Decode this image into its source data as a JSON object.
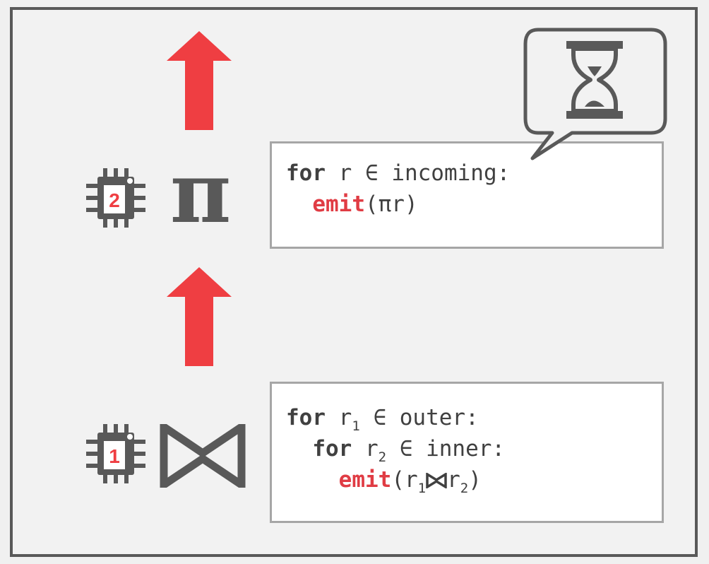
{
  "operators": {
    "projection": {
      "symbol": "π",
      "cpu_badge": "2",
      "code": {
        "line1": {
          "keyword": "for",
          "rest": " r ∈ incoming:"
        },
        "line2": {
          "indent": "  ",
          "emit": "emit",
          "args": "(πr)"
        }
      }
    },
    "join": {
      "symbol": "⋈",
      "cpu_badge": "1",
      "code": {
        "line1": {
          "keyword": "for",
          "var": " r",
          "sub": "1",
          "rest": " ∈ outer:"
        },
        "line2": {
          "indent": "  ",
          "keyword": "for",
          "var": " r",
          "sub": "2",
          "rest": " ∈ inner:"
        },
        "line3": {
          "indent": "    ",
          "emit": "emit",
          "open": "(r",
          "sub1": "1",
          "mid": "r",
          "sub2": "2",
          "close": ")"
        }
      }
    }
  },
  "colors": {
    "arrow": "#ef3e42",
    "frame": "#595959",
    "emit": "#e03c44",
    "icon": "#595959"
  },
  "bubble_icon": "hourglass-icon"
}
